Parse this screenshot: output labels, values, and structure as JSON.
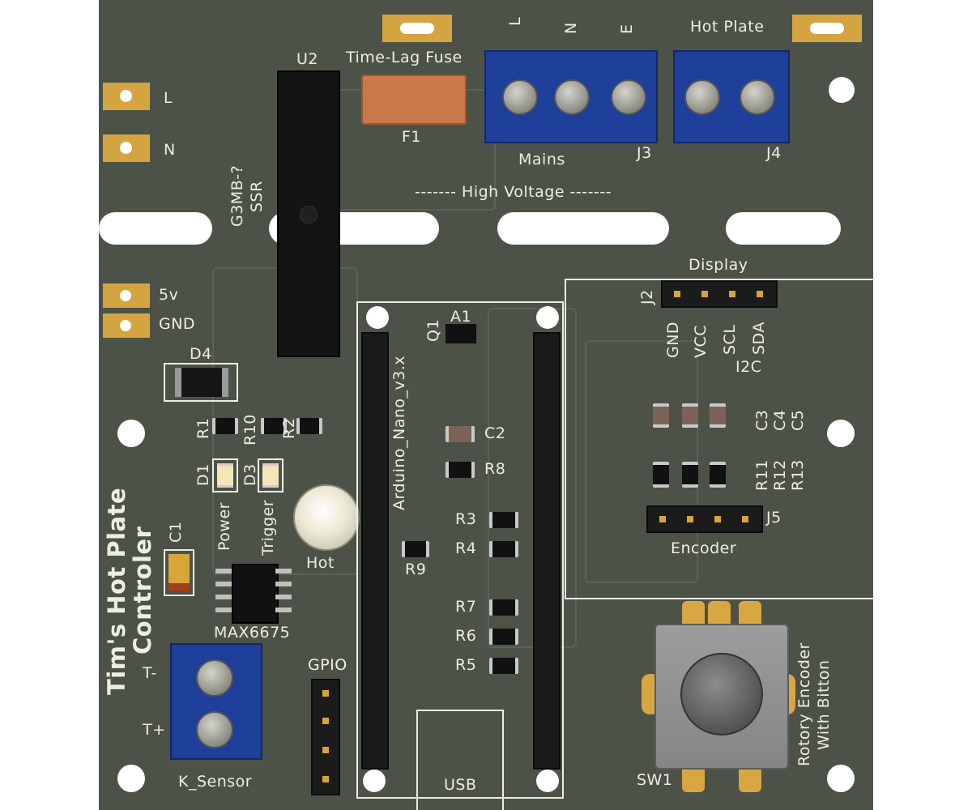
{
  "board": {
    "title_line1": "Tim's Hot Plate",
    "title_line2": "Controler",
    "section_label": "------- High Voltage -------"
  },
  "edge_pads": {
    "live": "L",
    "neutral": "N",
    "five_volt": "5v",
    "ground": "GND"
  },
  "components": {
    "u2": {
      "ref": "U2",
      "label_line1": "G3MB-?",
      "label_line2": "SSR"
    },
    "fuse": {
      "ref": "F1",
      "label": "Time-Lag Fuse"
    },
    "j3": {
      "ref": "J3",
      "label": "Mains",
      "pins": [
        "L",
        "N",
        "E"
      ]
    },
    "j4": {
      "ref": "J4",
      "label": "Hot Plate"
    },
    "j2": {
      "ref": "J2",
      "label": "Display",
      "pins": [
        "GND",
        "VCC",
        "SCL",
        "SDA"
      ],
      "bus": "I2C"
    },
    "d4": {
      "ref": "D4"
    },
    "r1": "R1",
    "r10": "R10",
    "r2": "R2",
    "d1": {
      "ref": "D1",
      "label": "Power"
    },
    "d3": {
      "ref": "D3",
      "label": "Trigger"
    },
    "hot_led": {
      "label": "Hot"
    },
    "c1": {
      "ref": "C1"
    },
    "max": {
      "label": "MAX6675"
    },
    "k_sensor": {
      "label": "K_Sensor",
      "pins": [
        "T-",
        "T+"
      ]
    },
    "gpio": {
      "label": "GPIO"
    },
    "a1": {
      "ref": "A1",
      "label": "Arduino_Nano_v3.x",
      "usb": "USB"
    },
    "q1": "Q1",
    "c2": "C2",
    "r8": "R8",
    "r3": "R3",
    "r4": "R4",
    "r9": "R9",
    "r7": "R7",
    "r6": "R6",
    "r5": "R5",
    "caps": [
      "C3",
      "C4",
      "C5"
    ],
    "resistors": [
      "R11",
      "R12",
      "R13"
    ],
    "j5": {
      "ref": "J5",
      "label": "Encoder"
    },
    "sw1": {
      "ref": "SW1",
      "label_line1": "Rotory Encoder",
      "label_line2": "With Bitton"
    }
  },
  "colors": {
    "pcb": "#4c5247",
    "silkscreen": "#eceee6",
    "copper_pad": "#d4a440",
    "terminal_block": "#1e3f9a",
    "fuse_body": "#c9784a",
    "connector": "#1b1b1b"
  }
}
